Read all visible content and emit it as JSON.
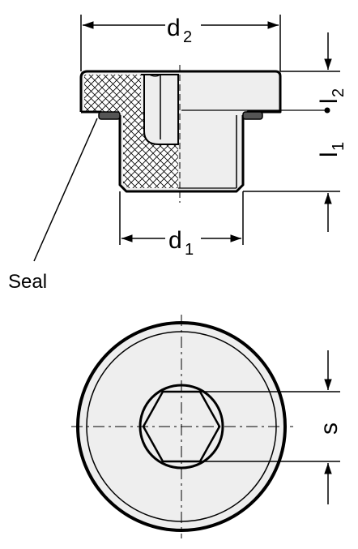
{
  "labels": {
    "d2_main": "d",
    "d2_sub": "2",
    "d1_main": "d",
    "d1_sub": "1",
    "l1_main": "l",
    "l1_sub": "1",
    "l2_main": "l",
    "l2_sub": "2",
    "s": "s",
    "seal": "Seal"
  },
  "colors": {
    "line": "#000000",
    "face_fill": "#eeeeee",
    "background": "#ffffff"
  }
}
